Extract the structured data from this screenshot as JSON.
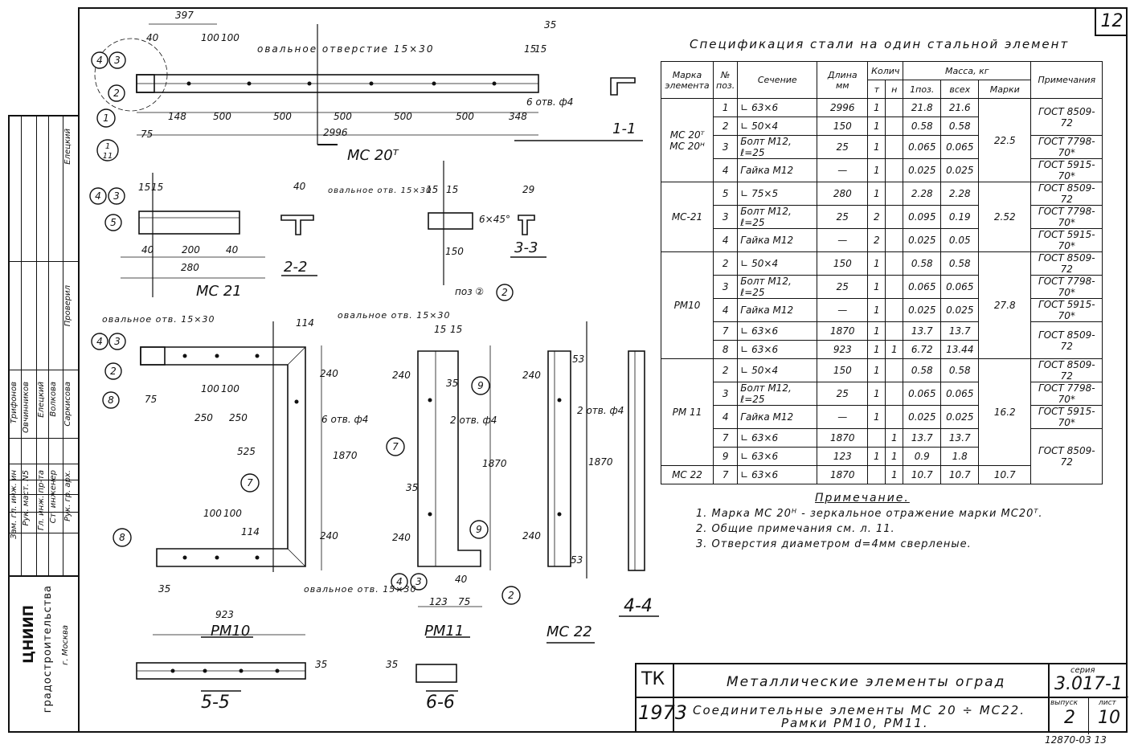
{
  "sheet_number": "12",
  "spec": {
    "title": "Спецификация стали на один стальной элемент",
    "headers": {
      "mark": "Марка элемента",
      "pos": "№ поз.",
      "section": "Сечение",
      "length": "Длина мм",
      "qty": "Колич",
      "qty_t": "т",
      "qty_n": "н",
      "mass": "Масса, кг",
      "mass_pos": "1поз.",
      "mass_all": "всех",
      "mass_mark": "Марки",
      "notes": "Примечания"
    },
    "rows": [
      {
        "mark": "МС 20ᵀ МС 20ᴴ",
        "pos": "1",
        "section": "∟ 63×6",
        "length": "2996",
        "t": "1",
        "n": "",
        "m1": "21.8",
        "mall": "21.6",
        "mmark": "22.5",
        "note": "ГОСТ 8509-72"
      },
      {
        "mark": "",
        "pos": "2",
        "section": "∟ 50×4",
        "length": "150",
        "t": "1",
        "n": "",
        "m1": "0.58",
        "mall": "0.58",
        "mmark": "",
        "note": ""
      },
      {
        "mark": "",
        "pos": "3",
        "section": "Болт М12, ℓ=25",
        "length": "25",
        "t": "1",
        "n": "",
        "m1": "0.065",
        "mall": "0.065",
        "mmark": "",
        "note": "ГОСТ 7798-70*"
      },
      {
        "mark": "",
        "pos": "4",
        "section": "Гайка М12",
        "length": "—",
        "t": "1",
        "n": "",
        "m1": "0.025",
        "mall": "0.025",
        "mmark": "",
        "note": "ГОСТ 5915-70*"
      },
      {
        "mark": "МС-21",
        "pos": "5",
        "section": "∟ 75×5",
        "length": "280",
        "t": "1",
        "n": "",
        "m1": "2.28",
        "mall": "2.28",
        "mmark": "2.52",
        "note": "ГОСТ 8509-72"
      },
      {
        "mark": "",
        "pos": "3",
        "section": "Болт М12, ℓ=25",
        "length": "25",
        "t": "2",
        "n": "",
        "m1": "0.095",
        "mall": "0.19",
        "mmark": "",
        "note": "ГОСТ 7798-70*"
      },
      {
        "mark": "",
        "pos": "4",
        "section": "Гайка М12",
        "length": "—",
        "t": "2",
        "n": "",
        "m1": "0.025",
        "mall": "0.05",
        "mmark": "",
        "note": "ГОСТ 5915-70*"
      },
      {
        "mark": "РМ10",
        "pos": "2",
        "section": "∟ 50×4",
        "length": "150",
        "t": "1",
        "n": "",
        "m1": "0.58",
        "mall": "0.58",
        "mmark": "27.8",
        "note": "ГОСТ 8509-72"
      },
      {
        "mark": "",
        "pos": "3",
        "section": "Болт М12, ℓ=25",
        "length": "25",
        "t": "1",
        "n": "",
        "m1": "0.065",
        "mall": "0.065",
        "mmark": "",
        "note": "ГОСТ 7798-70*"
      },
      {
        "mark": "",
        "pos": "4",
        "section": "Гайка М12",
        "length": "—",
        "t": "1",
        "n": "",
        "m1": "0.025",
        "mall": "0.025",
        "mmark": "",
        "note": "ГОСТ 5915-70*"
      },
      {
        "mark": "",
        "pos": "7",
        "section": "∟ 63×6",
        "length": "1870",
        "t": "1",
        "n": "",
        "m1": "13.7",
        "mall": "13.7",
        "mmark": "",
        "note": "ГОСТ 8509-72"
      },
      {
        "mark": "",
        "pos": "8",
        "section": "∟ 63×6",
        "length": "923",
        "t": "1",
        "n": "1",
        "m1": "6.72",
        "mall": "13.44",
        "mmark": "",
        "note": ""
      },
      {
        "mark": "РМ 11",
        "pos": "2",
        "section": "∟ 50×4",
        "length": "150",
        "t": "1",
        "n": "",
        "m1": "0.58",
        "mall": "0.58",
        "mmark": "16.2",
        "note": "ГОСТ 8509-72"
      },
      {
        "mark": "",
        "pos": "3",
        "section": "Болт М12, ℓ=25",
        "length": "25",
        "t": "1",
        "n": "",
        "m1": "0.065",
        "mall": "0.065",
        "mmark": "",
        "note": "ГОСТ 7798-70*"
      },
      {
        "mark": "",
        "pos": "4",
        "section": "Гайка М12",
        "length": "—",
        "t": "1",
        "n": "",
        "m1": "0.025",
        "mall": "0.025",
        "mmark": "",
        "note": "ГОСТ 5915-70*"
      },
      {
        "mark": "",
        "pos": "7",
        "section": "∟ 63×6",
        "length": "1870",
        "t": "",
        "n": "1",
        "m1": "13.7",
        "mall": "13.7",
        "mmark": "",
        "note": "ГОСТ 8509-72"
      },
      {
        "mark": "",
        "pos": "9",
        "section": "∟ 63×6",
        "length": "123",
        "t": "1",
        "n": "1",
        "m1": "0.9",
        "mall": "1.8",
        "mmark": "",
        "note": ""
      },
      {
        "mark": "МС 22",
        "pos": "7",
        "section": "∟ 63×6",
        "length": "1870",
        "t": "",
        "n": "1",
        "m1": "10.7",
        "mall": "10.7",
        "mmark": "10.7",
        "note": ""
      }
    ]
  },
  "notes": {
    "title": "Примечание.",
    "items": [
      "1. Марка МС 20ᴴ - зеркальное отражение марки МС20ᵀ.",
      "2. Общие примечания см. л. 11.",
      "3. Отверстия диаметром d=4мм сверленые."
    ]
  },
  "title_block": {
    "tk": "ТК",
    "year": "1973",
    "title": "Металлические элементы оград",
    "subtitle_1": "Соединительные элементы МС 20 ÷ МС22.",
    "subtitle_2": "Рамки РМ10, РМ11.",
    "series_label": "серия",
    "series": "3.017-1",
    "issue_label": "выпуск",
    "issue": "2",
    "sheet_label": "лист",
    "sheet": "10"
  },
  "stamp": "12870-03 13",
  "side": {
    "org": "ЦНИИП",
    "org2": "градостроительства",
    "city": "г. Москва",
    "roles": [
      "Зам. гл. инж. ин",
      "Рук. маст. N5",
      "Гл. инж. пр-та",
      "Ст. инженер",
      "Рук. гр. арх."
    ],
    "names": [
      "Трифонов",
      "Овчинников",
      "Елецкий",
      "Волкова",
      "Саркисова"
    ],
    "check": "Проверил",
    "check_name": "Елецкий"
  },
  "drawings": {
    "mc20_label": "МС 20ᵀ",
    "mc21_label": "МС 21",
    "pm10_label": "РМ10",
    "pm11_label": "РМ11",
    "mc22_label": "МС 22",
    "sec_1_1": "1-1",
    "sec_2_2": "2-2",
    "sec_3_3": "3-3",
    "sec_4_4": "4-4",
    "sec_5_5": "5-5",
    "sec_6_6": "6-6",
    "pos2": "поз ②",
    "oval_hole": "овальное отверстие 15×30",
    "oval_hole2": "овальное отв. 15×30",
    "holes6": "6 отв. ф4",
    "holes2": "2 отв. ф4",
    "d397": "397",
    "d40": "40",
    "d100": "100",
    "d35": "35",
    "d15": "15",
    "d148": "148",
    "d500": "500",
    "d348": "348",
    "d2996": "2996",
    "d75": "75",
    "d200": "200",
    "d280": "280",
    "d29": "29",
    "d150": "150",
    "d6x45": "6×45°",
    "d240": "240",
    "d250": "250",
    "d525": "525",
    "d1870": "1870",
    "d923": "923",
    "d123": "123",
    "d53": "53",
    "d114": "114"
  }
}
